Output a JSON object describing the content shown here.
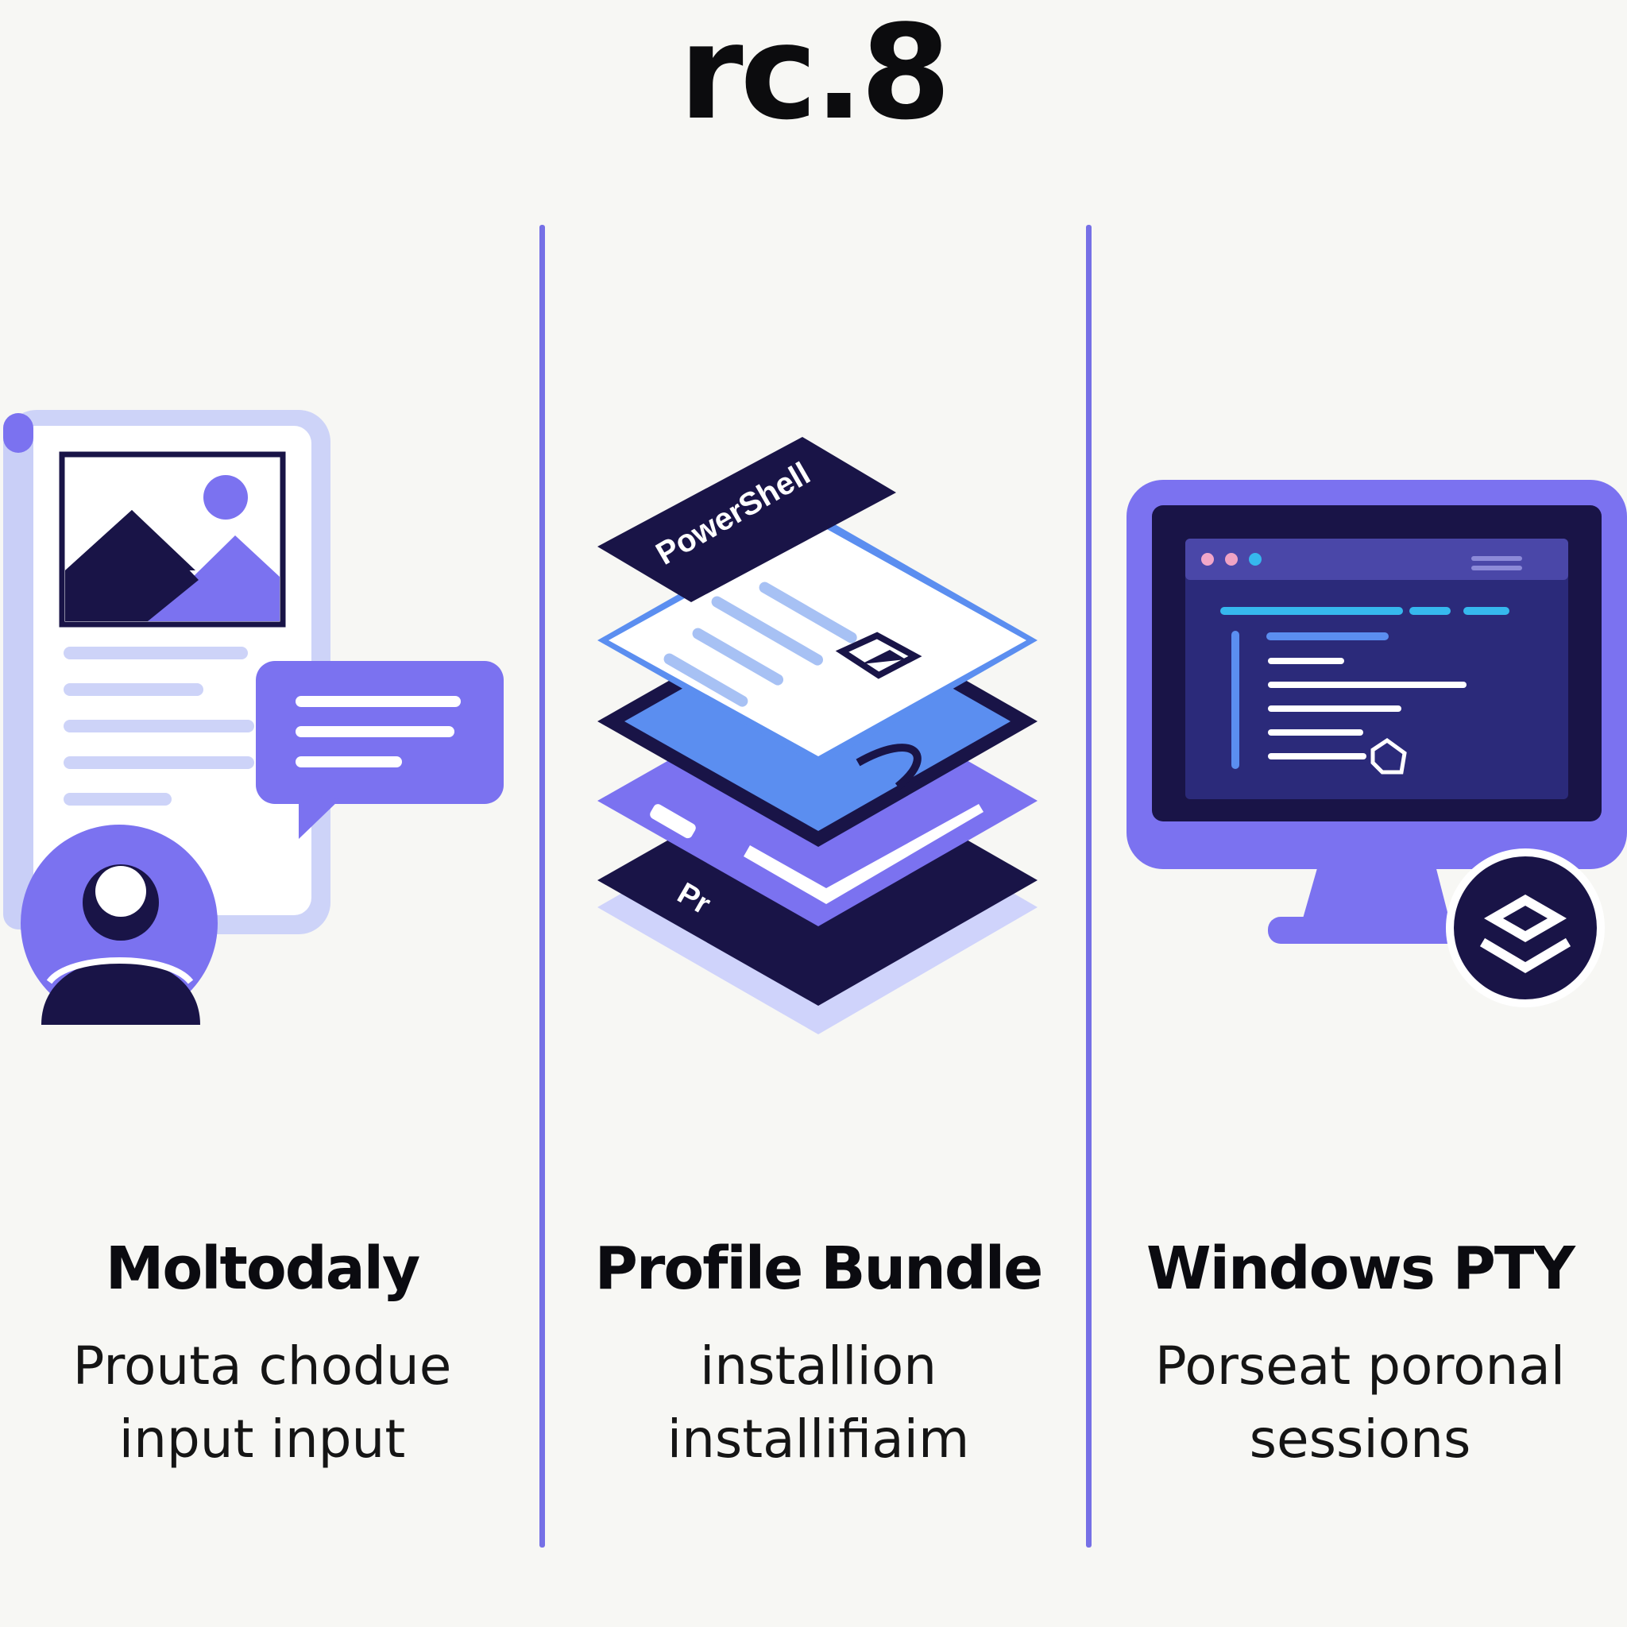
{
  "title": "rc.8",
  "columns": [
    {
      "icon": "chat-document-avatar-icon",
      "heading": "Moltodaly",
      "desc_line1": "Prouta chodue",
      "desc_line2": "input input"
    },
    {
      "icon": "powershell-layer-stack-icon",
      "heading": "Profile Bundle",
      "desc_line1": "installion",
      "desc_line2": "installifiaim",
      "stack_label": "PowerShell",
      "stack_label_partial": "Pr"
    },
    {
      "icon": "terminal-monitor-icon",
      "heading": "Windows PTY",
      "desc_line1": "Porseat poronal",
      "desc_line2": "sessions"
    }
  ],
  "colors": {
    "accent": "#7b72f0",
    "navy": "#191447",
    "light_lavender": "#cdd3f8",
    "blue": "#5b8ef0",
    "divider": "#7670e6"
  }
}
